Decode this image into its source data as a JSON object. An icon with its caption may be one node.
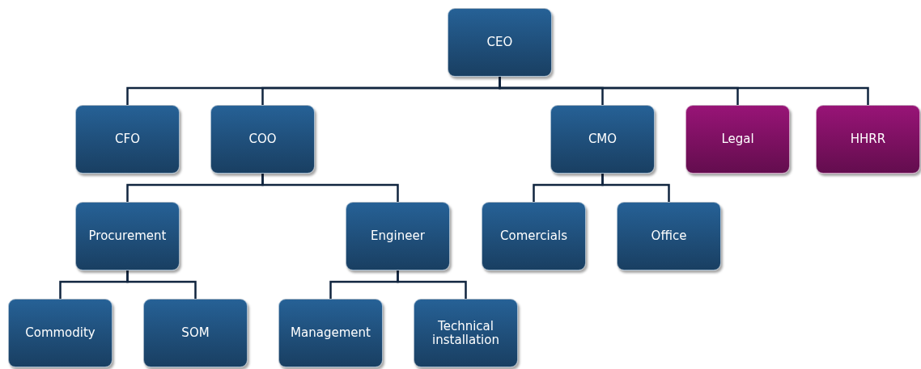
{
  "diagram": {
    "nodes": [
      {
        "text": [
          "CEO"
        ]
      },
      {
        "text": [
          "CFO"
        ]
      },
      {
        "text": [
          "COO"
        ]
      },
      {
        "text": [
          "CMO"
        ]
      },
      {
        "text": [
          "Legal"
        ]
      },
      {
        "text": [
          "HHRR"
        ]
      },
      {
        "text": [
          "Procurement"
        ]
      },
      {
        "text": [
          "Engineer"
        ]
      },
      {
        "text": [
          "Comercials"
        ]
      },
      {
        "text": [
          "Office"
        ]
      },
      {
        "text": [
          "Commodity"
        ]
      },
      {
        "text": [
          "SOM"
        ]
      },
      {
        "text": [
          "Management"
        ]
      },
      {
        "text": [
          "Technical installation"
        ]
      }
    ],
    "edges": [
      {
        "from": 0,
        "to": 1,
        "arrow": "none"
      },
      {
        "from": 0,
        "to": 2,
        "arrow": "none"
      },
      {
        "from": 0,
        "to": 3,
        "arrow": "none"
      },
      {
        "from": 0,
        "to": 4,
        "arrow": "none"
      },
      {
        "from": 0,
        "to": 5,
        "arrow": "none"
      },
      {
        "from": 2,
        "to": 6,
        "arrow": "none"
      },
      {
        "from": 2,
        "to": 7,
        "arrow": "none"
      },
      {
        "from": 3,
        "to": 8,
        "arrow": "none"
      },
      {
        "from": 3,
        "to": 9,
        "arrow": "none"
      },
      {
        "from": 6,
        "to": 10,
        "arrow": "none"
      },
      {
        "from": 6,
        "to": 11,
        "arrow": "none"
      },
      {
        "from": 7,
        "to": 12,
        "arrow": "none"
      },
      {
        "from": 7,
        "to": 13,
        "arrow": "none"
      }
    ]
  }
}
